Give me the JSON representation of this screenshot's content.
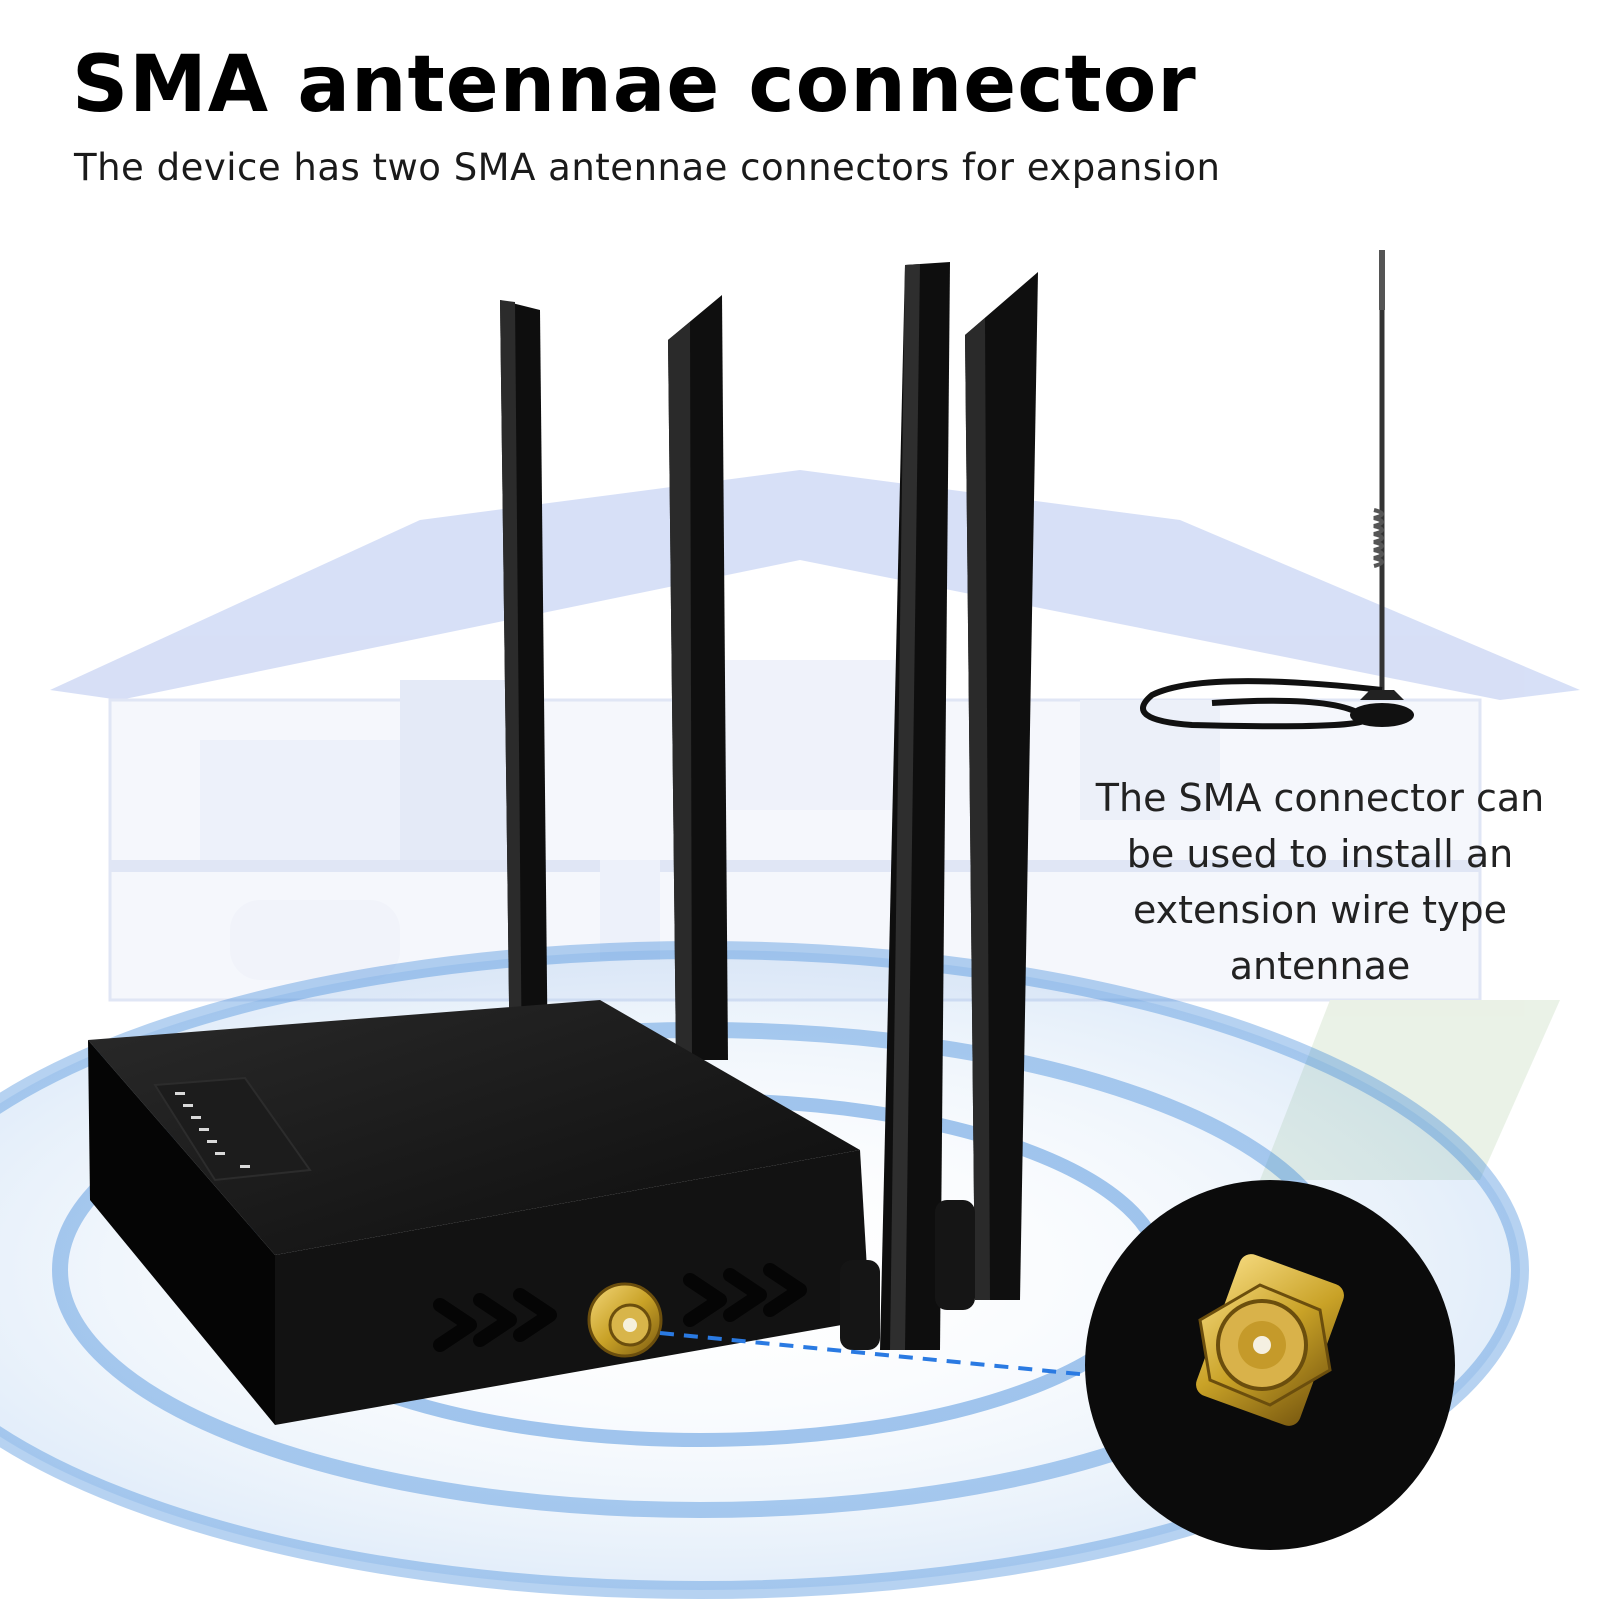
{
  "header": {
    "title": "SMA antennae connector",
    "subtitle": "The device has two SMA antennae connectors for expansion"
  },
  "callout": {
    "lines": [
      "The SMA connector can",
      "be used to install an",
      "extension wire type",
      "antennae"
    ]
  },
  "colors": {
    "router_body": "#111111",
    "connector_gold": "#c9a227",
    "signal_ring": "#2f7fd6",
    "pointer_line": "#2a7ae2",
    "house_tint": "#b7c6f0"
  },
  "icons": {
    "arrows": "chevron-triple-icon",
    "connector": "sma-connector-icon",
    "external_antenna": "magnetic-antenna-icon"
  }
}
